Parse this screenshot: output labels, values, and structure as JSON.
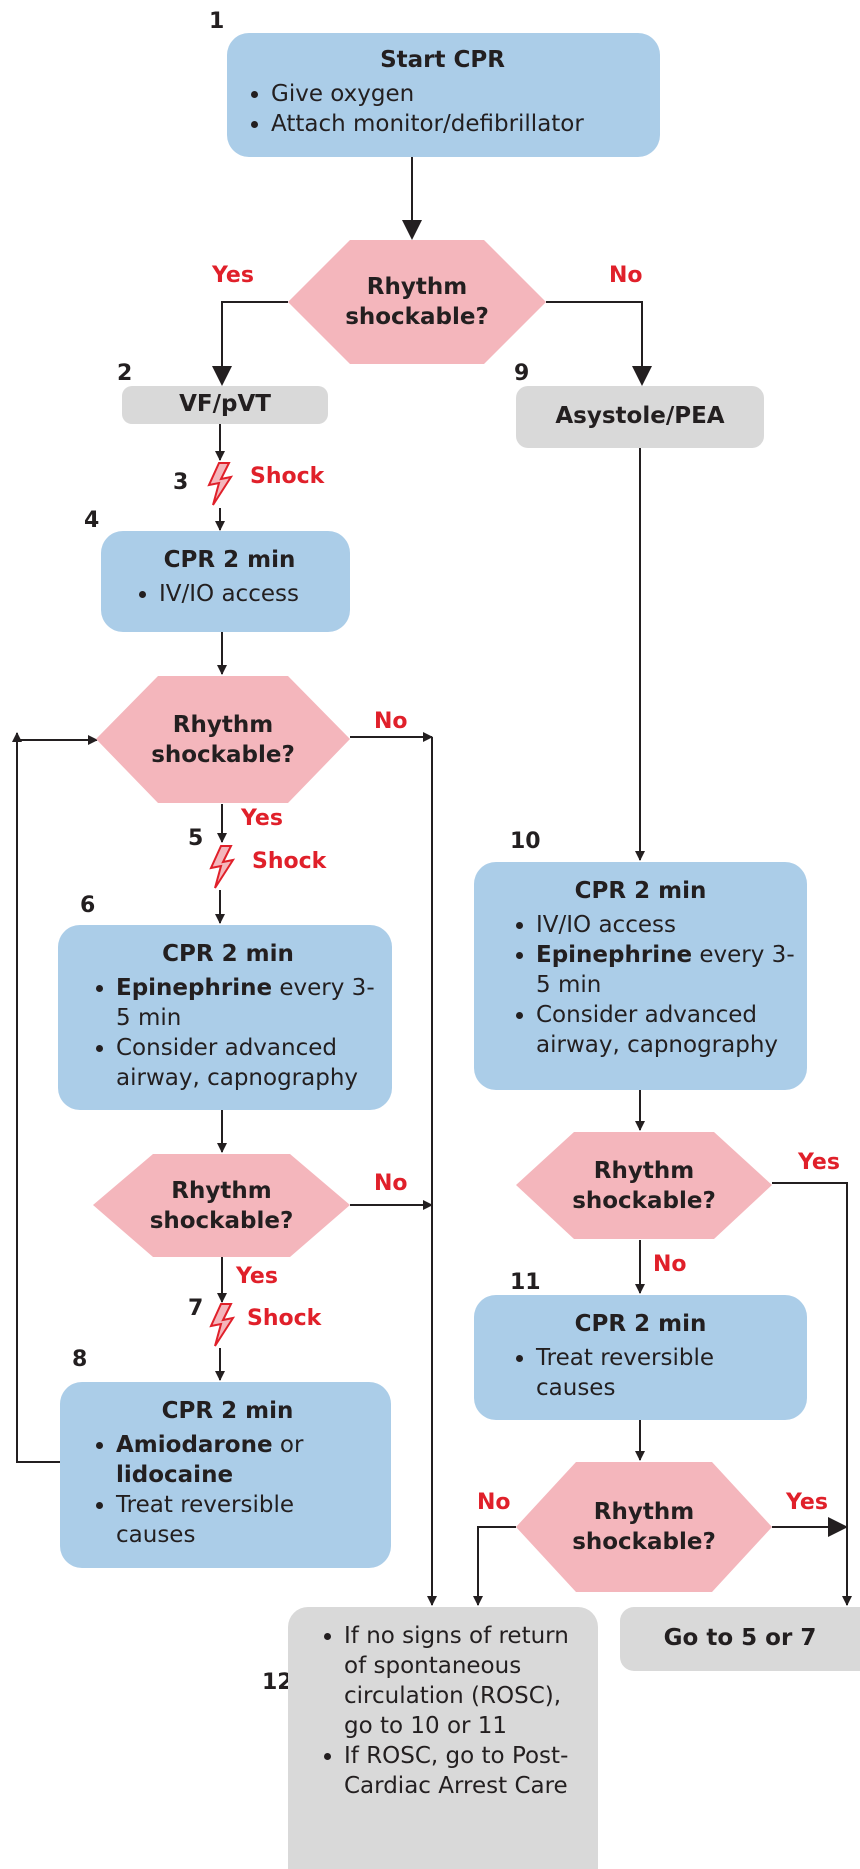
{
  "colors": {
    "box_blue": "#abcde8",
    "box_gray": "#d9d9d9",
    "decision_pink": "#f4b6bc",
    "label_red": "#e0202a",
    "line": "#231f20"
  },
  "box_start": {
    "title": "Start CPR",
    "items": [
      "Give oxygen",
      "Attach monitor/defibrillator"
    ]
  },
  "decision": {
    "line1": "Rhythm",
    "line2": "shockable?"
  },
  "labels": {
    "yes": "Yes",
    "no": "No",
    "shock": "Shock"
  },
  "steps": {
    "s1": "1",
    "s2": "2",
    "s3": "3",
    "s4": "4",
    "s5": "5",
    "s6": "6",
    "s7": "7",
    "s8": "8",
    "s9": "9",
    "s10": "10",
    "s11": "11",
    "s12": "12"
  },
  "box_vf": {
    "label": "VF/pVT"
  },
  "box_asystole": {
    "label": "Asystole/PEA"
  },
  "box_cpr4": {
    "title": "CPR 2 min",
    "items": [
      "IV/IO access"
    ]
  },
  "box_cpr6": {
    "title": "CPR 2 min",
    "item1_bold": "Epinephrine",
    "item1_rest": " every 3-5 min",
    "item2": "Consider advanced airway, capnography"
  },
  "box_cpr8": {
    "title": "CPR 2 min",
    "item1_bold_a": "Amiodarone",
    "item1_mid": " or ",
    "item1_bold_b": "lidocaine",
    "item2": "Treat reversible causes"
  },
  "box_cpr10": {
    "title": "CPR 2 min",
    "item1": "IV/IO access",
    "item2_bold": "Epinephrine",
    "item2_rest": " every 3-5 min",
    "item3": " Consider advanced airway, capnography"
  },
  "box_cpr11": {
    "title": "CPR 2 min",
    "item1": "Treat reversible causes"
  },
  "box_12": {
    "item1": "If no signs of return of spontaneous circulation (ROSC), go to 10 or 11",
    "item2": "If ROSC, go to Post-Cardiac Arrest Care"
  },
  "box_goto": {
    "label": "Go to 5 or 7"
  }
}
